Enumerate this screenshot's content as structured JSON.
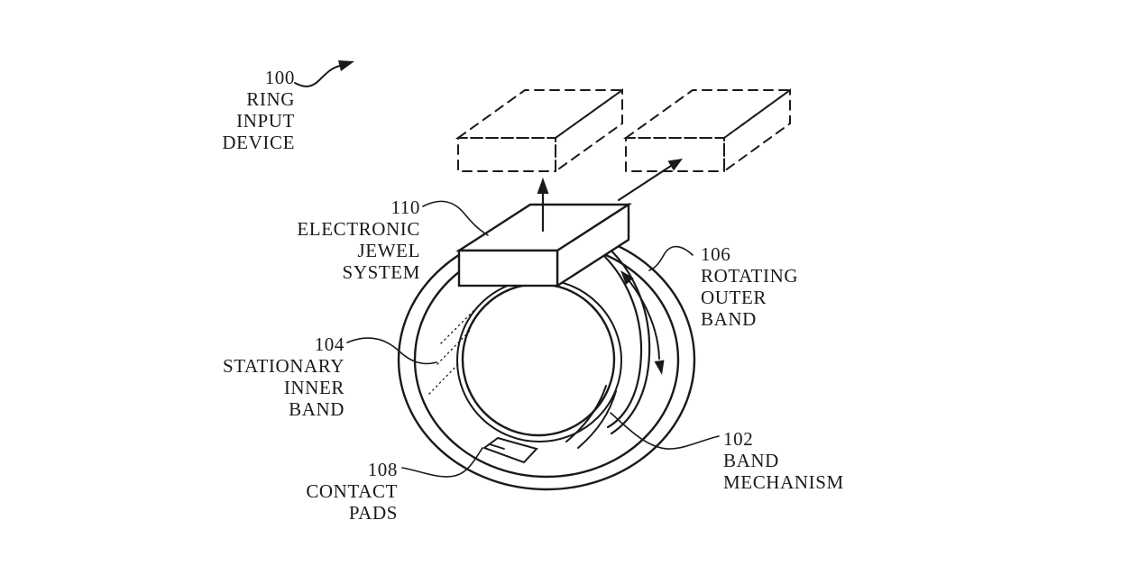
{
  "figure": {
    "kind": "patent-line-drawing",
    "background_color": "#ffffff",
    "line_color": "#1a1a1a",
    "labels": {
      "ring_input_device": {
        "ref": "100",
        "lines": [
          "RING",
          "INPUT",
          "DEVICE"
        ]
      },
      "electronic_jewel_system": {
        "ref": "110",
        "lines": [
          "ELECTRONIC",
          "JEWEL",
          "SYSTEM"
        ]
      },
      "rotating_outer_band": {
        "ref": "106",
        "lines": [
          "ROTATING",
          "OUTER",
          "BAND"
        ]
      },
      "stationary_inner_band": {
        "ref": "104",
        "lines": [
          "STATIONARY",
          "INNER",
          "BAND"
        ]
      },
      "contact_pads": {
        "ref": "108",
        "lines": [
          "CONTACT",
          "PADS"
        ]
      },
      "band_mechanism": {
        "ref": "102",
        "lines": [
          "BAND",
          "MECHANISM"
        ]
      }
    }
  }
}
